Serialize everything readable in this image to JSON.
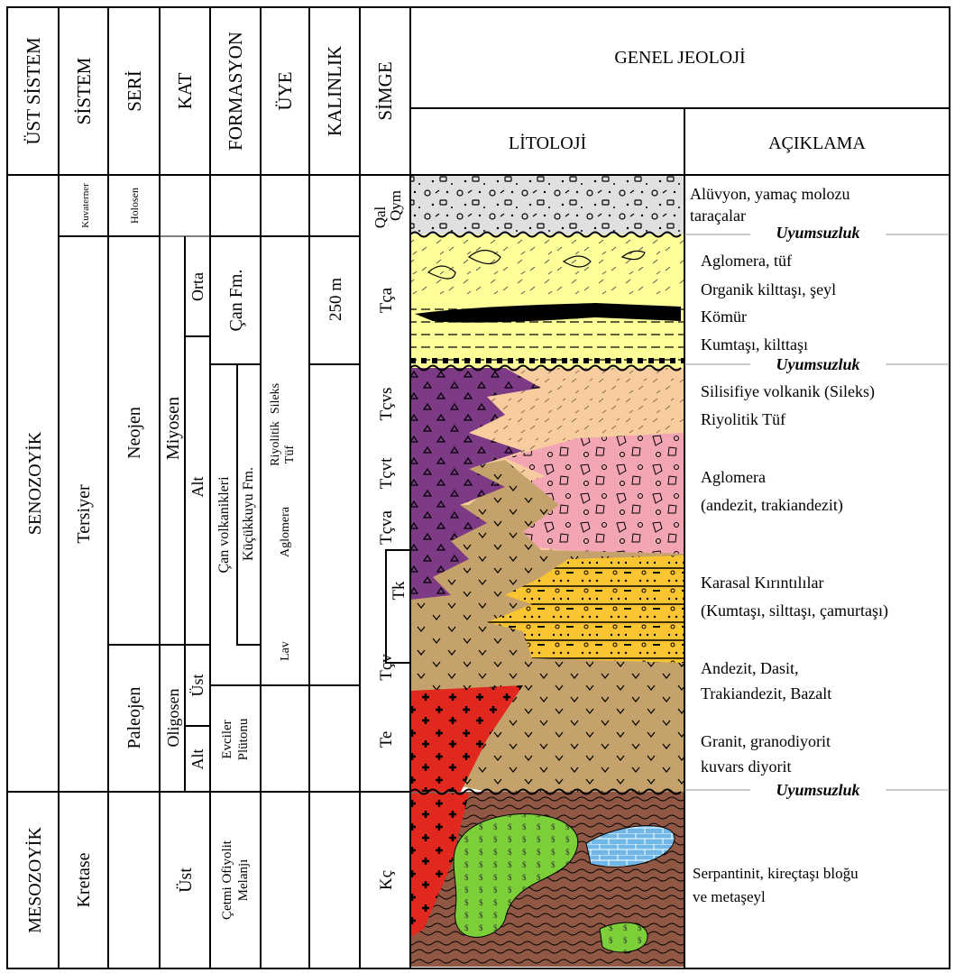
{
  "headers": {
    "ust_sistem": "ÜST SİSTEM",
    "sistem": "SİSTEM",
    "seri": "SERİ",
    "kat": "KAT",
    "formasyon": "FORMASYON",
    "uye": "ÜYE",
    "kalinlik": "KALINLIK",
    "simge": "SİMGE",
    "genel_jeoloji": "GENEL JEOLOJİ",
    "litoloji": "LİTOLOJİ",
    "aciklama": "AÇIKLAMA"
  },
  "ust_sistem": {
    "senozoyik": "SENOZOYİK",
    "mesozoyik": "MESOZOYİK"
  },
  "sistem": {
    "kuvaterner": "Kuvaterner",
    "tersiyer": "Tersiyer",
    "kretase": "Kretase"
  },
  "seri": {
    "holosen": "Holosen",
    "neojen": "Neojen",
    "paleojen": "Paleojen"
  },
  "kat": {
    "miyosen": "Miyosen",
    "orta": "Orta",
    "alt_miyosen": "Alt",
    "oligosen": "Oligosen",
    "ust_oligosen": "Üst",
    "alt_oligosen": "Alt",
    "ust_kretase": "Üst"
  },
  "formasyon": {
    "can_fm": "Çan Fm.",
    "can_volkanikleri": "Çan volkanikleri",
    "kucukkuyu_fm": "Küçükkuyu Fm.",
    "evciler_1": "Evciler",
    "evciler_2": "Plütonu",
    "cetmi_1": "Çetmi Ofiyolit",
    "cetmi_2": "Melanjı"
  },
  "uye": {
    "riyolitik": "Riyolitik",
    "tuf": "Tüf",
    "sileks": "Sileks",
    "aglomera": "Aglomera",
    "lav": "Lav"
  },
  "kalinlik": {
    "can": "250 m"
  },
  "simge": {
    "qal": "Qal",
    "qym": "Qym",
    "tca": "Tça",
    "tcvs": "Tçvs",
    "tcvt": "Tçvt",
    "tcva": "Tçva",
    "tk": "Tk",
    "tcv": "Tçv",
    "te": "Te",
    "kc": "Kç"
  },
  "aciklama": {
    "aluvyon": "Alüvyon, yamaç molozu",
    "taracalar": "taraçalar",
    "uyumsuzluk_1": "Uyumsuzluk",
    "aglomera_tuf": "Aglomera, tüf",
    "organik": "Organik kilttaşı, şeyl",
    "komur": "Kömür",
    "kumtasi_kilttasi": "Kumtaşı, kilttaşı",
    "uyumsuzluk_2": "Uyumsuzluk",
    "silisifiye": "Silisifiye volkanik (Sileks)",
    "riyolitik_tuf": "Riyolitik Tüf",
    "aglomera": "Aglomera",
    "andezit_trakiandezit": "(andezit, trakiandezit)",
    "karasal": "Karasal Kırıntılılar",
    "kumtasi_silttasi": "(Kumtaşı, silttaşı, çamurtaşı)",
    "andezit_dasit": "Andezit, Dasit,",
    "trakiandezit_bazalt": "Trakiandezit, Bazalt",
    "granit": "Granit, granodiyorit",
    "kuvars": "kuvars diyorit",
    "uyumsuzluk_3": "Uyumsuzluk",
    "serpantinit": "Serpantinit, kireçtaşı bloğu",
    "metaseyl": "ve metaşeyl"
  },
  "colors": {
    "alluvium": "#e0e0e0",
    "can_fm": "#ffff99",
    "coal": "#000000",
    "purple_lava": "#7d3b86",
    "tuff": "#f7cda0",
    "agglomerate": "#f4a5b3",
    "andesite": "#c5a26b",
    "clastic": "#fbc531",
    "granite": "#e0281e",
    "melange": "#8f5744",
    "serpentinite": "#7ccf38",
    "limestone": "#70b7e8"
  }
}
